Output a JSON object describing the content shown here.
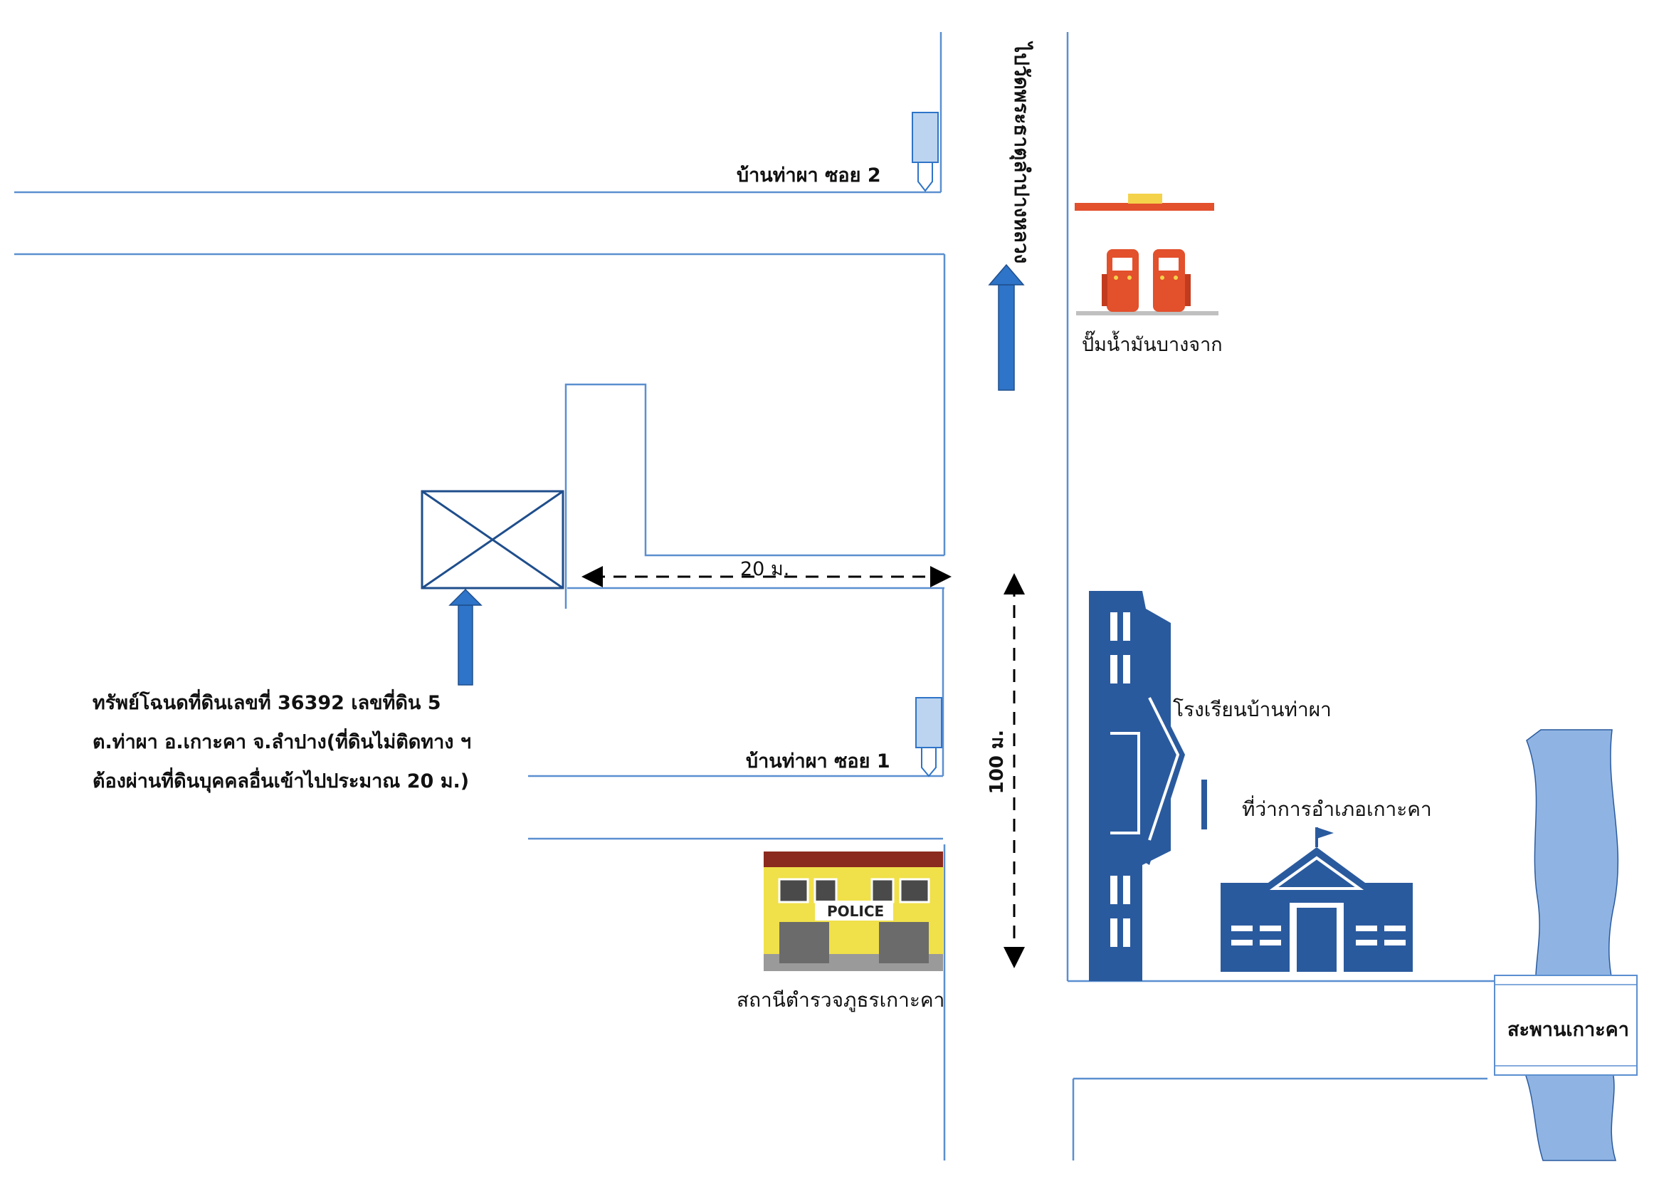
{
  "labels": {
    "soi2": "บ้านท่าผา ซอย 2",
    "soi1": "บ้านท่าผา ซอย 1",
    "main_road_direction": "ไปวัดพระธาตุลำปางหลวง",
    "gas_station": "ปั๊มน้ำมันบางจาก",
    "school": "โรงเรียนบ้านท่าผา",
    "district_office": "ที่ว่าการอำเภอเกาะคา",
    "police_station": "สถานีตำรวจภูธรเกาะคา",
    "police_sign": "POLICE",
    "bridge": "สะพานเกาะคา",
    "distance_20": "20 ม.",
    "distance_100": "100 ม.",
    "property_line1": "ทรัพย์โฉนดที่ดินเลขที่ 36392  เลขที่ดิน  5",
    "property_line2": "ต.ท่าผา  อ.เกาะคา  จ.ลำปาง(ที่ดินไม่ติดทาง ฯ",
    "property_line3": "ต้องผ่านที่ดินบุคคลอื่นเข้าไปประมาณ 20 ม.)"
  },
  "colors": {
    "road_line": "#5b8fd0",
    "arrow": "#2e74c8",
    "building": "#2a5a9e",
    "river": "#8fb4e3",
    "gas_red": "#e2502c",
    "police_yellow": "#f0e04a"
  }
}
